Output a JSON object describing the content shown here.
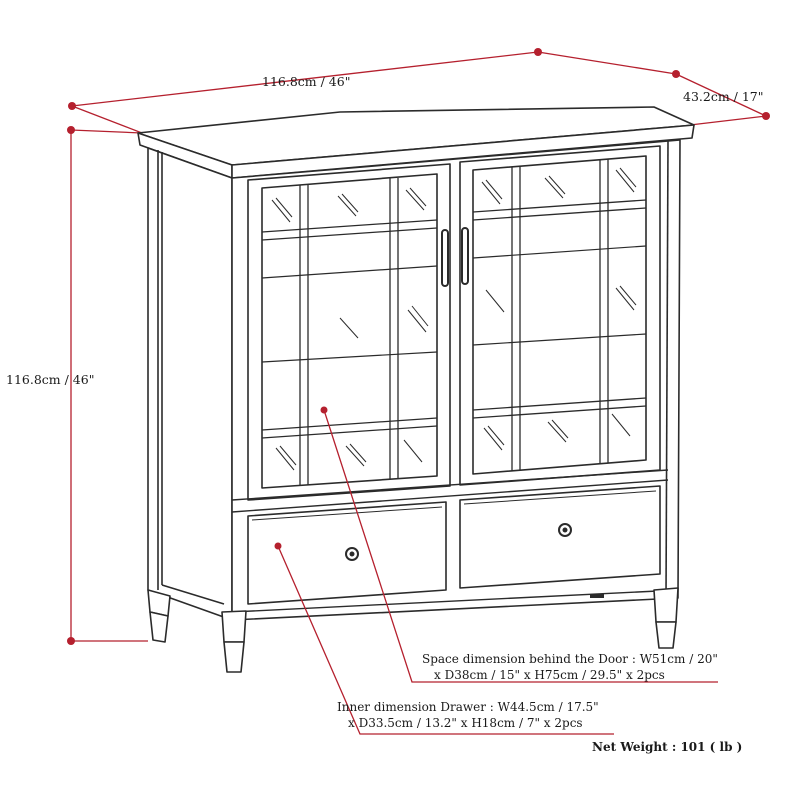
{
  "dimensions": {
    "width": "116.8cm / 46\"",
    "depth": "43.2cm / 17\"",
    "height": "116.8cm / 46\""
  },
  "notes": {
    "door_space_line1": "Space dimension behind the Door  : W51cm / 20\"",
    "door_space_line2": "x D38cm / 15\" x H75cm / 29.5\" x 2pcs",
    "drawer_line1": "Inner dimension Drawer : W44.5cm / 17.5\"",
    "drawer_line2": "x D33.5cm / 13.2\" x H18cm / 7\" x 2pcs",
    "net_weight": "Net Weight : 101 ( lb )"
  },
  "colors": {
    "line": "#2b2b2b",
    "dimension": "#b5202e"
  }
}
